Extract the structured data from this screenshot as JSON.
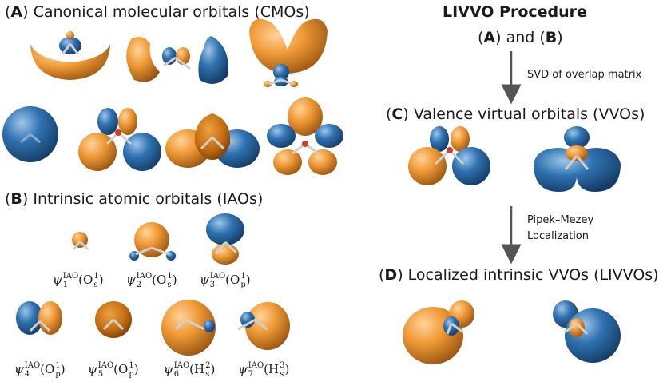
{
  "colors": {
    "orange": "#e8922e",
    "blue": "#2f6fa8",
    "bond_red": "#d23a2a",
    "arrow": "#555555"
  },
  "panel_a": {
    "letter": "A",
    "title": "Canonical molecular orbitals (CMOs)"
  },
  "panel_b": {
    "letter": "B",
    "title": "Intrinsic atomic orbitals (IAOs)",
    "labels": [
      {
        "sub": "1",
        "sup": "IAO",
        "arg": "O",
        "arg_sup": "1",
        "arg_sub": "s"
      },
      {
        "sub": "2",
        "sup": "IAO",
        "arg": "O",
        "arg_sup": "1",
        "arg_sub": "s"
      },
      {
        "sub": "3",
        "sup": "IAO",
        "arg": "O",
        "arg_sup": "1",
        "arg_sub": "p"
      },
      {
        "sub": "4",
        "sup": "IAO",
        "arg": "O",
        "arg_sup": "1",
        "arg_sub": "p"
      },
      {
        "sub": "5",
        "sup": "IAO",
        "arg": "O",
        "arg_sup": "1",
        "arg_sub": "p"
      },
      {
        "sub": "6",
        "sup": "IAO",
        "arg": "H",
        "arg_sup": "2",
        "arg_sub": "s"
      },
      {
        "sub": "7",
        "sup": "IAO",
        "arg": "H",
        "arg_sup": "3",
        "arg_sub": "s"
      }
    ]
  },
  "procedure": {
    "title": "LIVVO Procedure",
    "inputs": {
      "a": "A",
      "and": "and",
      "b": "B"
    },
    "step1": "SVD of overlap matrix",
    "step2_line1": "Pipek–Mezey",
    "step2_line2": "Localization"
  },
  "panel_c": {
    "letter": "C",
    "title": "Valence virtual orbitals (VVOs)"
  },
  "panel_d": {
    "letter": "D",
    "title": "Localized intrinsic VVOs (LIVVOs)"
  }
}
